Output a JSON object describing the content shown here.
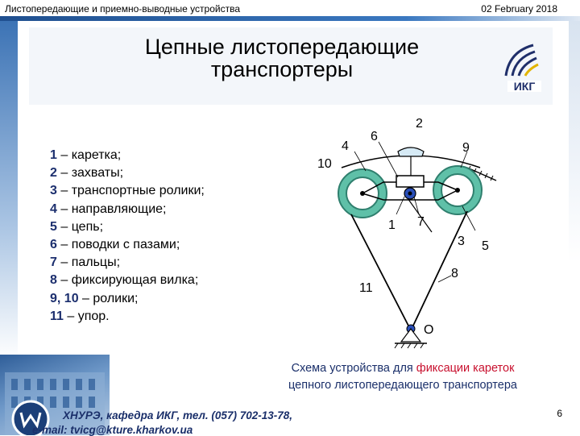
{
  "header": {
    "course": "Листопередающие и приемно-выводные устройства",
    "date": "02 February 2018"
  },
  "slide": {
    "title_line1": "Цепные листопередающие",
    "title_line2": "транспортеры",
    "logo_text": "ИКГ"
  },
  "legend": [
    {
      "num": "1",
      "text": " – каретка;"
    },
    {
      "num": "2",
      "text": " – захваты;"
    },
    {
      "num": "3",
      "text": " – транспортные ролики;"
    },
    {
      "num": "4",
      "text": " – направляющие;"
    },
    {
      "num": "5",
      "text": " – цепь;"
    },
    {
      "num": "6",
      "text": " – поводки с пазами;"
    },
    {
      "num": "7",
      "text": " – пальцы;"
    },
    {
      "num": "8",
      "text": " – фиксирующая вилка;"
    },
    {
      "num": "9, 10",
      "text": " – ролики;"
    },
    {
      "num": "11",
      "text": " – упор."
    }
  ],
  "diagram_labels": {
    "l2": "2",
    "l4": "4",
    "l6": "6",
    "l9": "9",
    "l10": "10",
    "l1": "1",
    "l7": "7",
    "l3": "3",
    "l5": "5",
    "l8": "8",
    "l11": "11",
    "lO": "O"
  },
  "caption": {
    "part1": "Схема устройства для ",
    "highlight": "фиксации кареток",
    "line2": "цепного листопередающего транспортера"
  },
  "footer": {
    "line1": "ХНУРЭ, кафедра ИКГ, тел. (057) 702-13-78,",
    "line2": "e-mail: tvicg@kture.kharkov.ua",
    "page": "6"
  },
  "colors": {
    "accent_blue": "#1f4f8f",
    "roller_teal": "#5fc0a8",
    "highlight_red": "#c8102e"
  }
}
